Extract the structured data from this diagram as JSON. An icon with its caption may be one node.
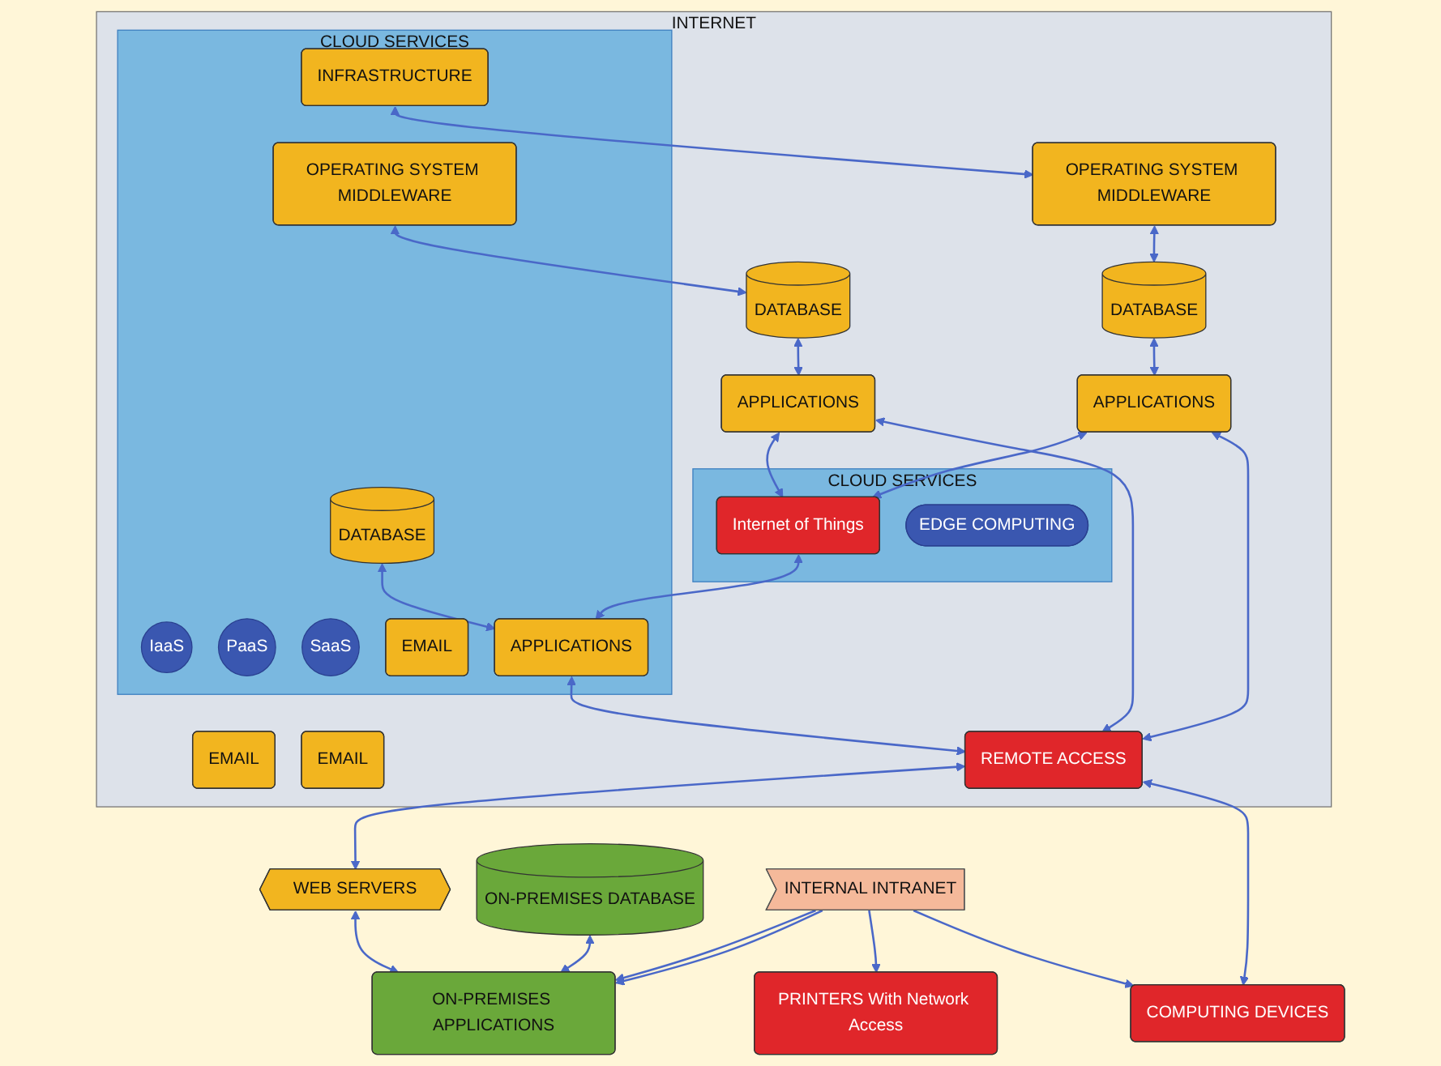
{
  "diagram": {
    "nodes": [
      {
        "text": [
          "INTERNET"
        ]
      },
      {
        "text": [
          "CLOUD SERVICES"
        ],
        "in": 0
      },
      {
        "text": [
          "IaaS"
        ],
        "in": 1
      },
      {
        "text": [
          "INFRASTRUCTURE"
        ],
        "in": 1
      },
      {
        "text": [
          "PaaS"
        ],
        "in": 1
      },
      {
        "text": [
          "OPERATING SYSTEM MIDDLEWARE"
        ],
        "in": 1
      },
      {
        "text": [
          "SaaS"
        ],
        "in": 1
      },
      {
        "text": [
          "DATABASE"
        ],
        "in": 1
      },
      {
        "text": [
          "EMAIL"
        ],
        "in": 1
      },
      {
        "text": [
          "APPLICATIONS"
        ],
        "in": 1
      },
      {
        "text": [
          "OPERATING SYSTEM MIDDLEWARE"
        ],
        "in": 0
      },
      {
        "text": [
          "DATABASE"
        ],
        "in": 0
      },
      {
        "text": [
          "EMAIL"
        ],
        "in": 0
      },
      {
        "text": [
          "APPLICATIONS"
        ],
        "in": 0
      },
      {
        "text": [
          "DATABASE"
        ],
        "in": 0
      },
      {
        "text": [
          "EMAIL"
        ],
        "in": 0
      },
      {
        "text": [
          "APPLICATIONS"
        ],
        "in": 0
      },
      {
        "text": [
          "CLOUD SERVICES"
        ],
        "in": 0
      },
      {
        "text": [
          "Internet of Things"
        ],
        "in": 17
      },
      {
        "text": [
          "EDGE COMPUTING"
        ],
        "in": 17
      },
      {
        "text": [
          "REMOTE ACCESS"
        ],
        "in": 0
      },
      {
        "text": [
          "WEB SERVERS"
        ]
      },
      {
        "text": [
          "ON-PREMISES DATABASE"
        ]
      },
      {
        "text": [
          "ON-PREMISES APPLICATIONS"
        ]
      },
      {
        "text": [
          "INTERNAL INTRANET"
        ]
      },
      {
        "text": [
          "COMPUTING DEVICES"
        ]
      },
      {
        "text": [
          "PRINTERS With Network Access"
        ]
      }
    ],
    "edges": [
      {
        "from": 3,
        "to": 10,
        "arrow": "both"
      },
      {
        "from": 10,
        "to": 11,
        "arrow": "both"
      },
      {
        "from": 11,
        "to": 13,
        "arrow": "both"
      },
      {
        "from": 5,
        "to": 14,
        "arrow": "both"
      },
      {
        "from": 14,
        "to": 16,
        "arrow": "both"
      },
      {
        "from": 7,
        "to": 9,
        "arrow": "both"
      },
      {
        "from": 16,
        "to": 18,
        "arrow": "both"
      },
      {
        "from": 13,
        "to": 18,
        "arrow": "both"
      },
      {
        "from": 13,
        "to": 20,
        "arrow": "both"
      },
      {
        "from": 16,
        "to": 20,
        "arrow": "both"
      },
      {
        "from": 18,
        "to": 9,
        "arrow": "both"
      },
      {
        "from": 9,
        "to": 20,
        "arrow": "both"
      },
      {
        "from": 20,
        "to": 21,
        "arrow": "both"
      },
      {
        "from": 20,
        "to": 25,
        "arrow": "both"
      },
      {
        "from": 21,
        "to": 23,
        "arrow": "both"
      },
      {
        "from": 22,
        "to": 23,
        "arrow": "both"
      },
      {
        "from": 24,
        "to": 23,
        "arrow": "to"
      },
      {
        "from": 24,
        "to": 23,
        "arrow": "to"
      },
      {
        "from": 24,
        "to": 26,
        "arrow": "to"
      },
      {
        "from": 24,
        "to": 25,
        "arrow": "to"
      }
    ]
  }
}
